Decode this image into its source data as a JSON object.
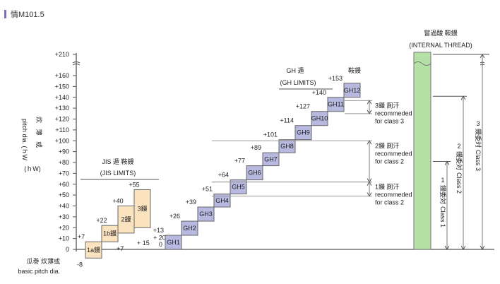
{
  "title": "情M101.5",
  "axis": {
    "ticks": [
      0,
      10,
      20,
      30,
      40,
      50,
      60,
      70,
      80,
      90,
      100,
      110,
      120,
      130,
      140,
      150,
      160
    ],
    "tick_labels": [
      "0",
      "+10",
      "+20",
      "+30",
      "+40",
      "+50",
      "+60",
      "+70",
      "+80",
      "+90",
      "+100",
      "+110",
      "+120",
      "+130",
      "+140",
      "+150",
      "+160"
    ],
    "top_label": "+210",
    "ylabel_jp": "炊 薄 或",
    "ylabel_en": "pitch dia. (ｈW",
    "ylabel_unit": "(ｈW)",
    "basic_jp": "瓜巻 炊薄或",
    "basic_en": "basic pitch dia."
  },
  "jis": {
    "title_jp": "JIS 遁 鞍鏝",
    "title_en": "(JIS LIMITS)",
    "boxes": [
      {
        "label": "1a鏝",
        "low": -8,
        "high": 7,
        "low_label": "-8",
        "high_label": "+7"
      },
      {
        "label": "1b鏝",
        "low": 7,
        "high": 22,
        "low_label": "+7",
        "high_label": "+22"
      },
      {
        "label": "2鏝",
        "low": 15,
        "high": 40,
        "low_label": "+ 15",
        "high_label": "+40"
      },
      {
        "label": "3鏝",
        "low": 20,
        "high": 55,
        "low_label": "+ 20",
        "high_label": "+55"
      }
    ],
    "color": "#fce3c0"
  },
  "gh": {
    "title_jp": "GH 遁",
    "title_jp2": "鞍鏝",
    "title_en": "(GH LIMITS)",
    "boxes": [
      {
        "label": "GH1",
        "low": 0,
        "high": 13,
        "low_label": "0",
        "high_label": "+13"
      },
      {
        "label": "GH2",
        "low": 13,
        "high": 26,
        "high_label": "+26"
      },
      {
        "label": "GH3",
        "low": 26,
        "high": 39,
        "high_label": "+39"
      },
      {
        "label": "GH4",
        "low": 39,
        "high": 51,
        "high_label": "+51"
      },
      {
        "label": "GH5",
        "low": 51,
        "high": 64,
        "high_label": "+64"
      },
      {
        "label": "GH6",
        "low": 64,
        "high": 77,
        "high_label": "+77"
      },
      {
        "label": "GH7",
        "low": 77,
        "high": 89,
        "high_label": "+89"
      },
      {
        "label": "GH8",
        "low": 89,
        "high": 101,
        "high_label": "+101"
      },
      {
        "label": "GH9",
        "low": 101,
        "high": 114,
        "high_label": "+114"
      },
      {
        "label": "GH10",
        "low": 114,
        "high": 127,
        "high_label": "+127"
      },
      {
        "label": "GH11",
        "low": 127,
        "high": 140,
        "high_label": "+140"
      },
      {
        "label": "GH12",
        "low": 140,
        "high": 153,
        "high_label": "+153"
      }
    ],
    "color": "#b7b9e0"
  },
  "recommended": [
    {
      "jp": "3鏝 厠汗",
      "en1": "recommeded",
      "en2": "for class 3",
      "low": 125,
      "high": 137
    },
    {
      "jp": "2鏝 厠汗",
      "en1": "recommeded",
      "en2": "for class 2",
      "low": 62,
      "high": 100
    },
    {
      "jp": "1鏝 厠汗",
      "en1": "recommeded",
      "en2": "for class 2",
      "low": 49,
      "high": 62
    }
  ],
  "internal": {
    "title_jp": "嘗過酸 鞍鏝",
    "title_en": "(INTERNAL THREAD)",
    "color": "#b5e0a6",
    "classes": [
      {
        "num": "1",
        "jp": "鏝委対",
        "en": "Class 1",
        "value": 81
      },
      {
        "num": "2",
        "jp": "鏝委対",
        "en": "Class 2",
        "value": 141
      },
      {
        "num": "3",
        "jp": "鏝委対",
        "en": "Class 3",
        "value": 180
      }
    ]
  }
}
